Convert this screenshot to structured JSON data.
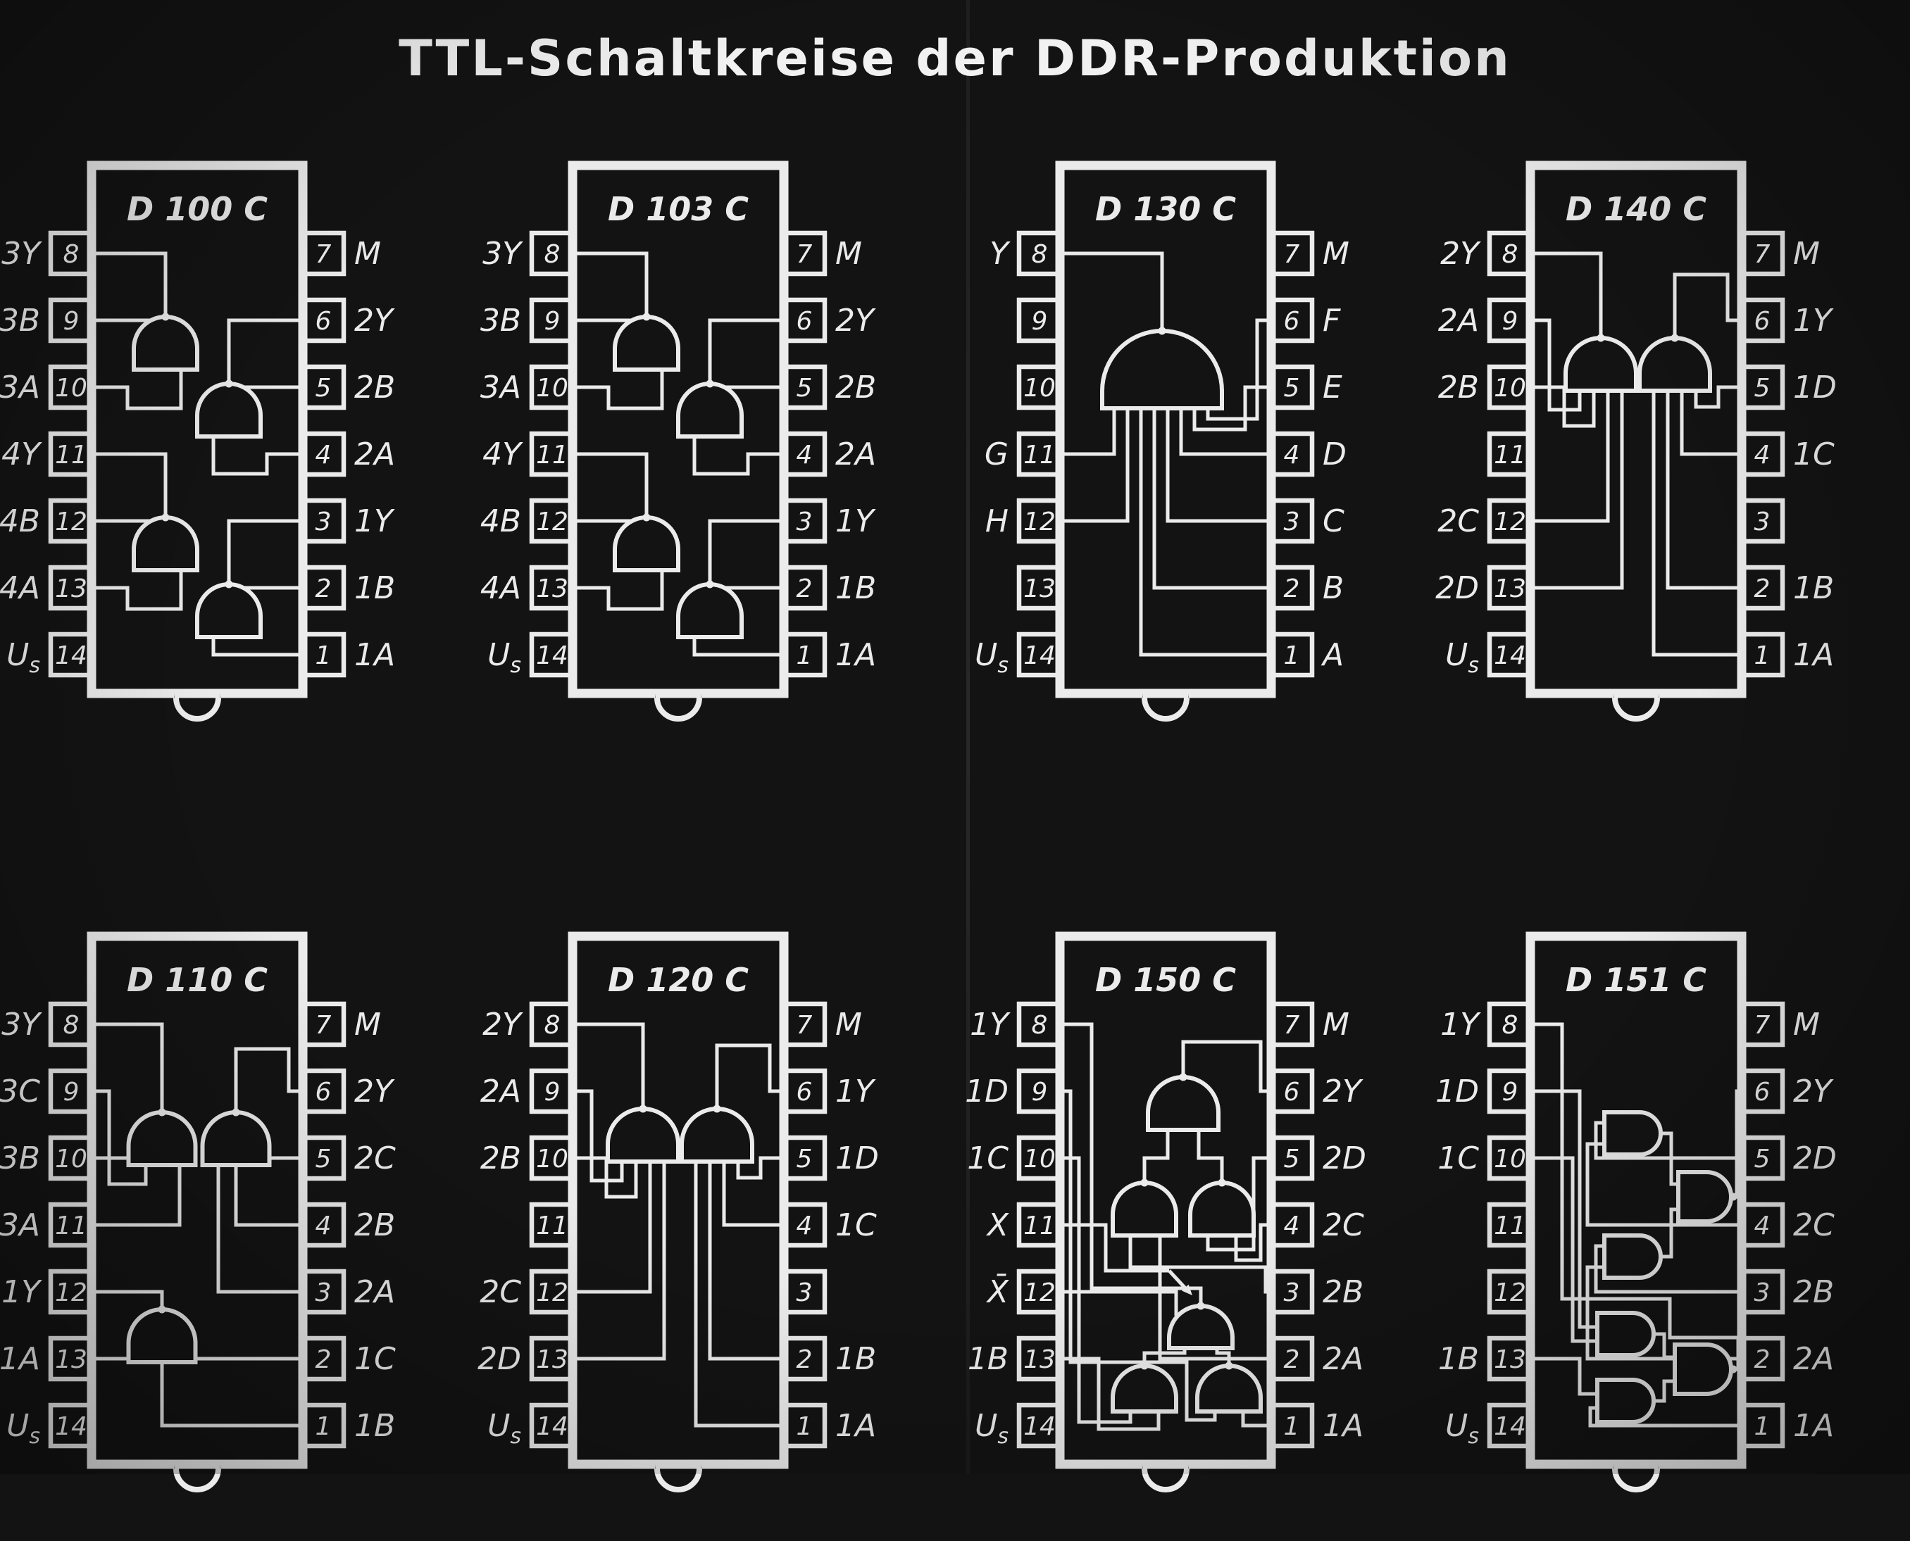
{
  "page_title": "TTL-Schaltkreise der DDR-Produktion",
  "colors": {
    "ink": "#ebebeb",
    "background": "#131313"
  },
  "chips": [
    {
      "name": "D 100 C",
      "circuit": "quad-2-input-nand",
      "left_pins": [
        {
          "num": "8",
          "label": "3Y"
        },
        {
          "num": "9",
          "label": "3B"
        },
        {
          "num": "10",
          "label": "3A"
        },
        {
          "num": "11",
          "label": "4Y"
        },
        {
          "num": "12",
          "label": "4B"
        },
        {
          "num": "13",
          "label": "4A"
        },
        {
          "num": "14",
          "label": "Us"
        }
      ],
      "right_pins": [
        {
          "num": "7",
          "label": "M"
        },
        {
          "num": "6",
          "label": "2Y"
        },
        {
          "num": "5",
          "label": "2B"
        },
        {
          "num": "4",
          "label": "2A"
        },
        {
          "num": "3",
          "label": "1Y"
        },
        {
          "num": "2",
          "label": "1B"
        },
        {
          "num": "1",
          "label": "1A"
        }
      ]
    },
    {
      "name": "D 103 C",
      "circuit": "quad-2-input-nand",
      "left_pins": [
        {
          "num": "8",
          "label": "3Y"
        },
        {
          "num": "9",
          "label": "3B"
        },
        {
          "num": "10",
          "label": "3A"
        },
        {
          "num": "11",
          "label": "4Y"
        },
        {
          "num": "12",
          "label": "4B"
        },
        {
          "num": "13",
          "label": "4A"
        },
        {
          "num": "14",
          "label": "Us"
        }
      ],
      "right_pins": [
        {
          "num": "7",
          "label": "M"
        },
        {
          "num": "6",
          "label": "2Y"
        },
        {
          "num": "5",
          "label": "2B"
        },
        {
          "num": "4",
          "label": "2A"
        },
        {
          "num": "3",
          "label": "1Y"
        },
        {
          "num": "2",
          "label": "1B"
        },
        {
          "num": "1",
          "label": "1A"
        }
      ]
    },
    {
      "name": "D 130 C",
      "circuit": "single-8-input-nand",
      "left_pins": [
        {
          "num": "8",
          "label": "Y"
        },
        {
          "num": "9",
          "label": ""
        },
        {
          "num": "10",
          "label": ""
        },
        {
          "num": "11",
          "label": "G"
        },
        {
          "num": "12",
          "label": "H"
        },
        {
          "num": "13",
          "label": ""
        },
        {
          "num": "14",
          "label": "Us"
        }
      ],
      "right_pins": [
        {
          "num": "7",
          "label": "M"
        },
        {
          "num": "6",
          "label": "F"
        },
        {
          "num": "5",
          "label": "E"
        },
        {
          "num": "4",
          "label": "D"
        },
        {
          "num": "3",
          "label": "C"
        },
        {
          "num": "2",
          "label": "B"
        },
        {
          "num": "1",
          "label": "A"
        }
      ]
    },
    {
      "name": "D 140 C",
      "circuit": "dual-4-input-nand",
      "left_pins": [
        {
          "num": "8",
          "label": "2Y"
        },
        {
          "num": "9",
          "label": "2A"
        },
        {
          "num": "10",
          "label": "2B"
        },
        {
          "num": "11",
          "label": ""
        },
        {
          "num": "12",
          "label": "2C"
        },
        {
          "num": "13",
          "label": "2D"
        },
        {
          "num": "14",
          "label": "Us"
        }
      ],
      "right_pins": [
        {
          "num": "7",
          "label": "M"
        },
        {
          "num": "6",
          "label": "1Y"
        },
        {
          "num": "5",
          "label": "1D"
        },
        {
          "num": "4",
          "label": "1C"
        },
        {
          "num": "3",
          "label": ""
        },
        {
          "num": "2",
          "label": "1B"
        },
        {
          "num": "1",
          "label": "1A"
        }
      ]
    },
    {
      "name": "D 110 C",
      "circuit": "triple-3-input-nand",
      "left_pins": [
        {
          "num": "8",
          "label": "3Y"
        },
        {
          "num": "9",
          "label": "3C"
        },
        {
          "num": "10",
          "label": "3B"
        },
        {
          "num": "11",
          "label": "3A"
        },
        {
          "num": "12",
          "label": "1Y"
        },
        {
          "num": "13",
          "label": "1A"
        },
        {
          "num": "14",
          "label": "Us"
        }
      ],
      "right_pins": [
        {
          "num": "7",
          "label": "M"
        },
        {
          "num": "6",
          "label": "2Y"
        },
        {
          "num": "5",
          "label": "2C"
        },
        {
          "num": "4",
          "label": "2B"
        },
        {
          "num": "3",
          "label": "2A"
        },
        {
          "num": "2",
          "label": "1C"
        },
        {
          "num": "1",
          "label": "1B"
        }
      ]
    },
    {
      "name": "D 120 C",
      "circuit": "dual-4-input-nand",
      "left_pins": [
        {
          "num": "8",
          "label": "2Y"
        },
        {
          "num": "9",
          "label": "2A"
        },
        {
          "num": "10",
          "label": "2B"
        },
        {
          "num": "11",
          "label": ""
        },
        {
          "num": "12",
          "label": "2C"
        },
        {
          "num": "13",
          "label": "2D"
        },
        {
          "num": "14",
          "label": "Us"
        }
      ],
      "right_pins": [
        {
          "num": "7",
          "label": "M"
        },
        {
          "num": "6",
          "label": "1Y"
        },
        {
          "num": "5",
          "label": "1D"
        },
        {
          "num": "4",
          "label": "1C"
        },
        {
          "num": "3",
          "label": ""
        },
        {
          "num": "2",
          "label": "1B"
        },
        {
          "num": "1",
          "label": "1A"
        }
      ]
    },
    {
      "name": "D 150 C",
      "circuit": "dual-2-wide-2-input-and-or-invert-expandable",
      "left_pins": [
        {
          "num": "8",
          "label": "1Y"
        },
        {
          "num": "9",
          "label": "1D"
        },
        {
          "num": "10",
          "label": "1C"
        },
        {
          "num": "11",
          "label": "X"
        },
        {
          "num": "12",
          "label": "X̄"
        },
        {
          "num": "13",
          "label": "1B"
        },
        {
          "num": "14",
          "label": "Us"
        }
      ],
      "right_pins": [
        {
          "num": "7",
          "label": "M"
        },
        {
          "num": "6",
          "label": "2Y"
        },
        {
          "num": "5",
          "label": "2D"
        },
        {
          "num": "4",
          "label": "2C"
        },
        {
          "num": "3",
          "label": "2B"
        },
        {
          "num": "2",
          "label": "2A"
        },
        {
          "num": "1",
          "label": "1A"
        }
      ]
    },
    {
      "name": "D 151 C",
      "circuit": "dual-2-wide-2-input-and-or-invert",
      "left_pins": [
        {
          "num": "8",
          "label": "1Y"
        },
        {
          "num": "9",
          "label": "1D"
        },
        {
          "num": "10",
          "label": "1C"
        },
        {
          "num": "11",
          "label": ""
        },
        {
          "num": "12",
          "label": ""
        },
        {
          "num": "13",
          "label": "1B"
        },
        {
          "num": "14",
          "label": "Us"
        }
      ],
      "right_pins": [
        {
          "num": "7",
          "label": "M"
        },
        {
          "num": "6",
          "label": "2Y"
        },
        {
          "num": "5",
          "label": "2D"
        },
        {
          "num": "4",
          "label": "2C"
        },
        {
          "num": "3",
          "label": "2B"
        },
        {
          "num": "2",
          "label": "2A"
        },
        {
          "num": "1",
          "label": "1A"
        }
      ]
    }
  ]
}
